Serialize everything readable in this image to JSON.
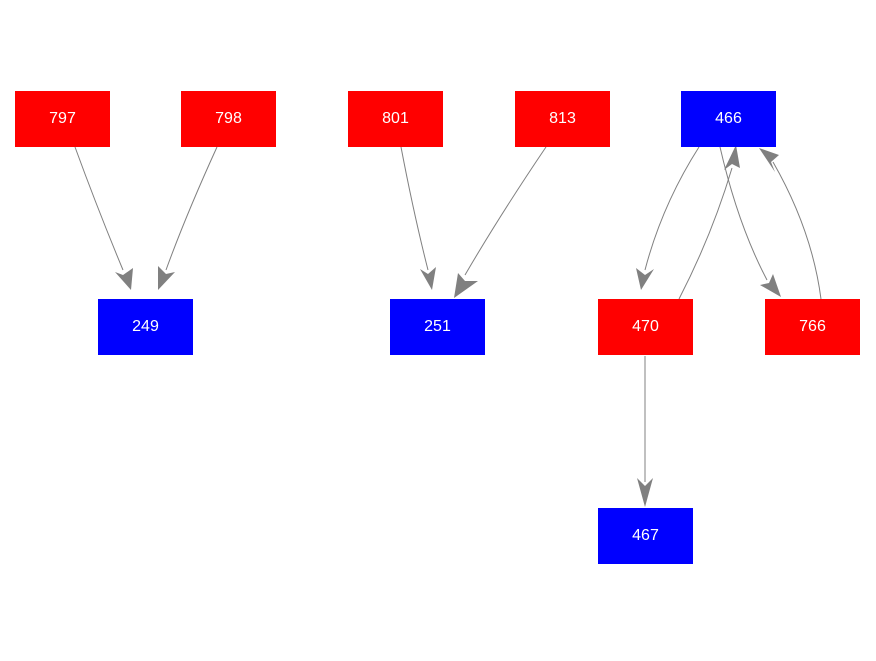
{
  "colors": {
    "red": "#ff0000",
    "blue": "#0000ff",
    "edge": "#808080"
  },
  "nodes": {
    "n797": {
      "label": "797",
      "color": "red"
    },
    "n798": {
      "label": "798",
      "color": "red"
    },
    "n801": {
      "label": "801",
      "color": "red"
    },
    "n813": {
      "label": "813",
      "color": "red"
    },
    "n466": {
      "label": "466",
      "color": "blue"
    },
    "n249": {
      "label": "249",
      "color": "blue"
    },
    "n251": {
      "label": "251",
      "color": "blue"
    },
    "n470": {
      "label": "470",
      "color": "red"
    },
    "n766": {
      "label": "766",
      "color": "red"
    },
    "n467": {
      "label": "467",
      "color": "blue"
    }
  },
  "edges": [
    {
      "from": "797",
      "to": "249"
    },
    {
      "from": "798",
      "to": "249"
    },
    {
      "from": "801",
      "to": "251"
    },
    {
      "from": "813",
      "to": "251"
    },
    {
      "from": "466",
      "to": "470"
    },
    {
      "from": "470",
      "to": "466"
    },
    {
      "from": "466",
      "to": "766"
    },
    {
      "from": "766",
      "to": "466"
    },
    {
      "from": "470",
      "to": "467"
    }
  ]
}
